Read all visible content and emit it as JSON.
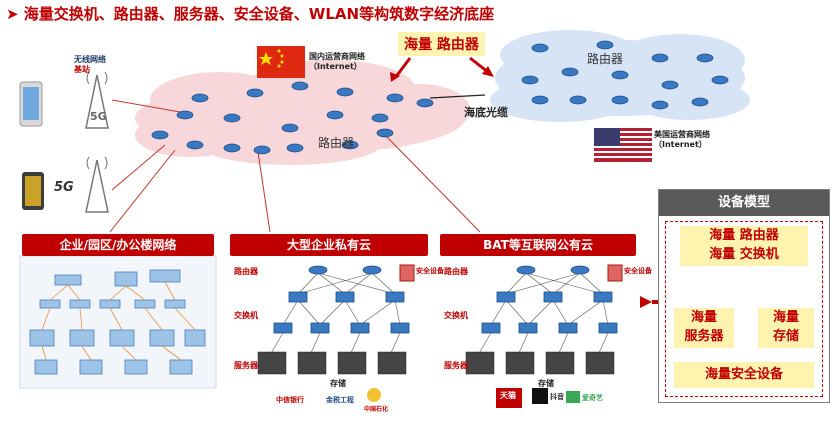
{
  "title": "海量交换机、路由器、服务器、安全设备、WLAN等构筑数字经济底座",
  "colors": {
    "accent": "#c00000",
    "highlight": "#fff3b0",
    "cloud_pink": "#f8d7da",
    "cloud_blue": "#d6e4f5",
    "gray": "#5a5a5a"
  },
  "clouds": {
    "left": {
      "label": "路由器"
    },
    "right": {
      "label": "路由器"
    }
  },
  "callout": {
    "label": "海量 路由器"
  },
  "china": {
    "label_line1": "国内运营商网络",
    "label_line2": "（Internet）"
  },
  "usa": {
    "label_line1": "美国运营商网络",
    "label_line2": "（Internet）"
  },
  "submarine": {
    "label": "海底光缆"
  },
  "wireless": {
    "line1": "无线网络",
    "line2": "基站",
    "tower_5g": "5G",
    "phone_5g": "5G"
  },
  "panels": {
    "enterprise": {
      "title": "企业/园区/办公楼网络"
    },
    "private": {
      "title": "大型企业私有云",
      "row_router": "路由器",
      "row_switch": "交换机",
      "row_server": "服务器",
      "storage": "存储",
      "security": "安全设备"
    },
    "public": {
      "title": "BAT等互联网公有云",
      "row_router": "路由器",
      "row_switch": "交换机",
      "row_server": "服务器",
      "storage": "存储",
      "security": "安全设备"
    }
  },
  "logos": {
    "bank": "中信银行",
    "engineering": "金税工程",
    "oil": "中国石化",
    "tmall": "天猫",
    "douyin": "抖音",
    "iqiyi": "爱奇艺"
  },
  "model": {
    "header": "设备模型",
    "router_switch_1": "海量 路由器",
    "router_switch_2": "海量 交换机",
    "server_1": "海量",
    "server_2": "服务器",
    "storage_1": "海量",
    "storage_2": "存储",
    "security": "海量安全设备"
  }
}
